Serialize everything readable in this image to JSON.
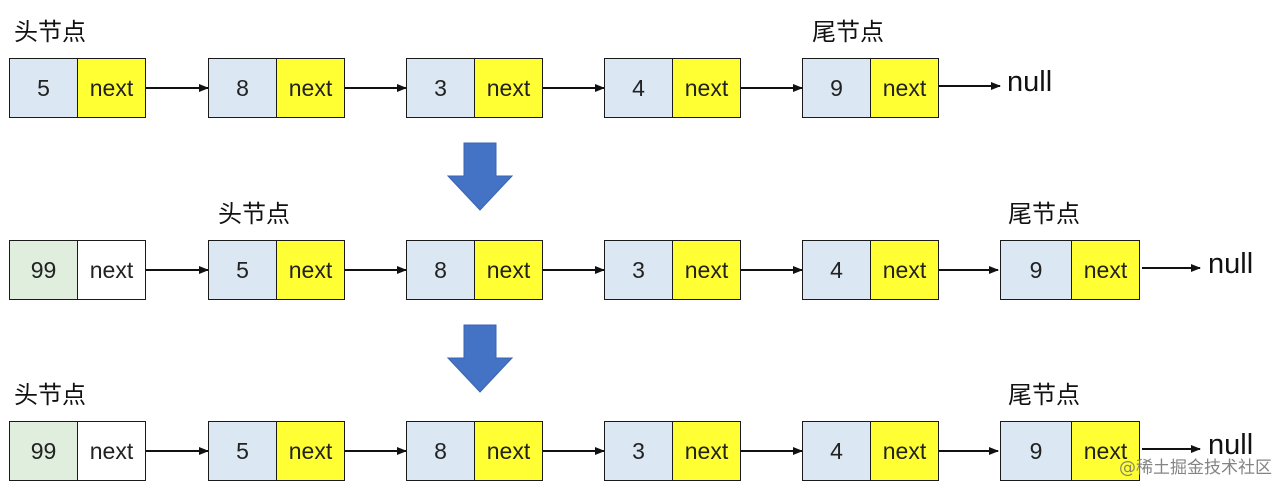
{
  "labels": {
    "head": "头节点",
    "tail": "尾节点",
    "null": "null",
    "next": "next"
  },
  "rows": [
    {
      "nodes": [
        {
          "value": "5",
          "next": "next"
        },
        {
          "value": "8",
          "next": "next"
        },
        {
          "value": "3",
          "next": "next"
        },
        {
          "value": "4",
          "next": "next"
        },
        {
          "value": "9",
          "next": "next"
        }
      ]
    },
    {
      "nodes": [
        {
          "value": "99",
          "next": "next"
        },
        {
          "value": "5",
          "next": "next"
        },
        {
          "value": "8",
          "next": "next"
        },
        {
          "value": "3",
          "next": "next"
        },
        {
          "value": "4",
          "next": "next"
        },
        {
          "value": "9",
          "next": "next"
        }
      ]
    },
    {
      "nodes": [
        {
          "value": "99",
          "next": "next"
        },
        {
          "value": "5",
          "next": "next"
        },
        {
          "value": "8",
          "next": "next"
        },
        {
          "value": "3",
          "next": "next"
        },
        {
          "value": "4",
          "next": "next"
        },
        {
          "value": "9",
          "next": "next"
        }
      ]
    }
  ],
  "colors": {
    "value_fill": "#dbe7f3",
    "new_value_fill": "#dfeedd",
    "next_fill": "#ffff33",
    "arrow_blue": "#4472c4"
  },
  "watermark": "@稀土掘金技术社区"
}
